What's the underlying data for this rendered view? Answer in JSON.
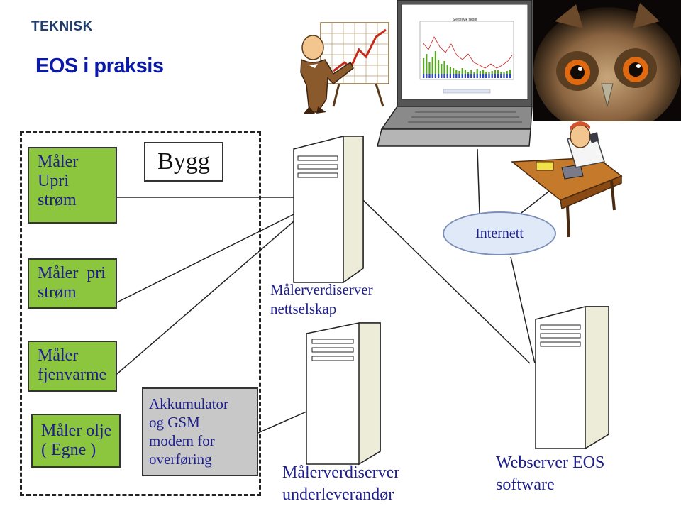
{
  "header": {
    "brand": "TEKNISK",
    "title": "EOS i praksis"
  },
  "meters": [
    {
      "lines": [
        "Måler",
        "Upri",
        "strøm"
      ]
    },
    {
      "lines": [
        "Måler  pri",
        "strøm"
      ]
    },
    {
      "lines": [
        "Måler",
        "fjenvarme"
      ]
    },
    {
      "lines": [
        "Måler olje",
        "( Egne )"
      ]
    }
  ],
  "building": {
    "label": "Bygg"
  },
  "modem": {
    "lines": [
      "Akkumulator",
      "og GSM",
      "modem for",
      "overføring"
    ]
  },
  "servers": {
    "grid_company": {
      "lines": [
        "Målerverdiserver",
        "nettselskap"
      ]
    },
    "subcontractor": {
      "lines": [
        "Målerverdiserver",
        "underleverandør"
      ]
    },
    "web": {
      "lines": [
        "Webserver EOS",
        "software"
      ]
    }
  },
  "internet": {
    "label": "Internett"
  },
  "laptop_chart": {
    "title": "Slettesvik skole"
  },
  "colors": {
    "title_blue": "#0b19a8",
    "meter_green": "#8cc63f",
    "modem_grey": "#c8c8c8",
    "label_navy": "#1e1e8c"
  }
}
